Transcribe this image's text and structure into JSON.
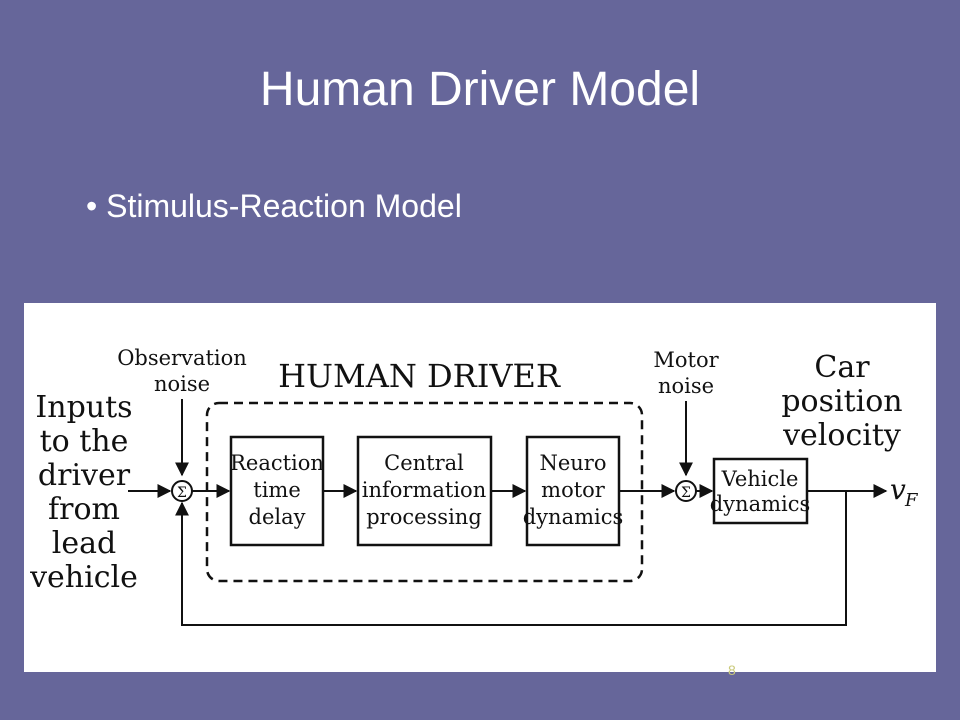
{
  "slide": {
    "title": "Human Driver Model",
    "bullet": "• Stimulus-Reaction Model",
    "footer_mark": "8"
  },
  "diagram": {
    "group_title": "HUMAN DRIVER",
    "input_label": [
      "Inputs",
      "to the",
      "driver",
      "from",
      "lead",
      "vehicle"
    ],
    "observation_noise": [
      "Observation",
      "noise"
    ],
    "motor_noise": [
      "Motor",
      "noise"
    ],
    "output_label": [
      "Car",
      "position",
      "velocity"
    ],
    "output_symbol": "v",
    "output_subscript": "F",
    "summing_symbol": "Σ",
    "blocks": {
      "reaction": [
        "Reaction",
        "time",
        "delay"
      ],
      "central": [
        "Central",
        "information",
        "processing"
      ],
      "neuro": [
        "Neuro",
        "motor",
        "dynamics"
      ],
      "vehicle": [
        "Vehicle",
        "dynamics"
      ]
    }
  }
}
